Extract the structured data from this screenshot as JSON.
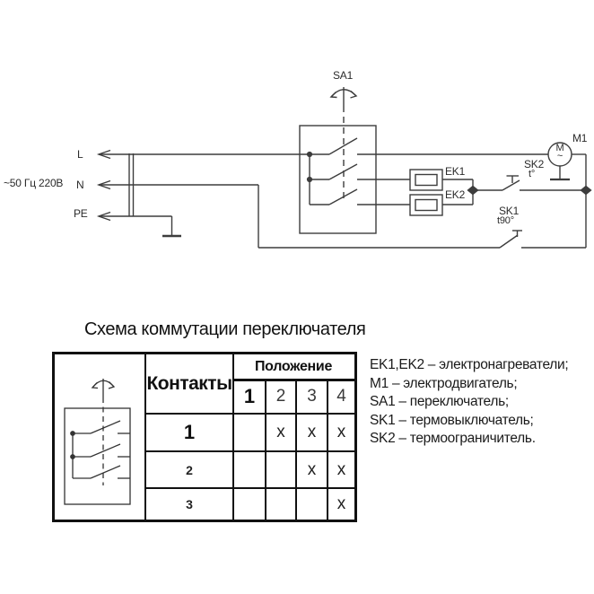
{
  "schematic": {
    "supply_label": "~50 Гц 220В",
    "line_l": "L",
    "line_n": "N",
    "line_pe": "PE",
    "switch_label": "SA1",
    "heater1_label": "EK1",
    "heater2_label": "EK2",
    "thermal_limiter_label": "SK2",
    "thermal_limiter_temp": "t°",
    "thermal_switch_label": "SK1",
    "thermal_switch_temp": "t90°",
    "motor_label": "M1",
    "motor_letter": "M",
    "motor_ac_sign": "~"
  },
  "table": {
    "title": "Схема коммутации переключателя",
    "contacts_header": "Контакты",
    "position_header": "Положение",
    "position_cols": [
      "1",
      "2",
      "3",
      "4"
    ],
    "rows": [
      {
        "contact": "1",
        "marks": [
          "",
          "x",
          "x",
          "x"
        ]
      },
      {
        "contact": "2",
        "marks": [
          "",
          "",
          "x",
          "x"
        ]
      },
      {
        "contact": "3",
        "marks": [
          "",
          "",
          "",
          "x"
        ]
      }
    ]
  },
  "legend": {
    "items": [
      "EK1,EK2 – электронагреватели;",
      "M1 – электродвигатель;",
      "SA1 – переключатель;",
      "SK1 – термовыключатель;",
      "SK2 – термоограничитель."
    ]
  },
  "colors": {
    "line": "#3d3d3d",
    "table_line": "#111111",
    "text": "#1c1c1c",
    "background": "#ffffff"
  }
}
